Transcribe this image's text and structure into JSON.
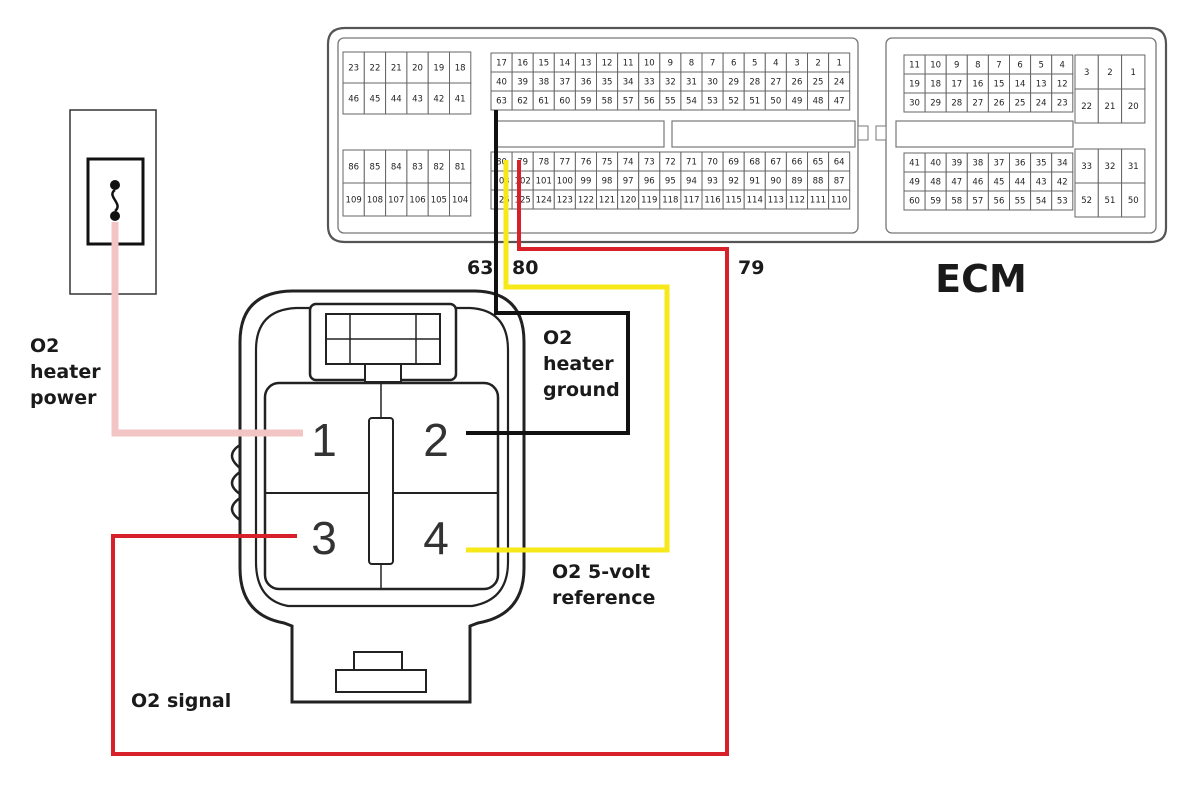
{
  "ecm": {
    "title": "ECM",
    "left_block": {
      "top_rows": [
        [
          "23",
          "22",
          "21",
          "20",
          "19",
          "18"
        ],
        [
          "46",
          "45",
          "44",
          "43",
          "42",
          "41"
        ]
      ],
      "bottom_rows": [
        [
          "86",
          "85",
          "84",
          "83",
          "82",
          "81"
        ],
        [
          "109",
          "108",
          "107",
          "106",
          "105",
          "104"
        ]
      ]
    },
    "mid_block": {
      "top_rows": [
        [
          "17",
          "16",
          "15",
          "14",
          "13",
          "12",
          "11",
          "10",
          "9",
          "8",
          "7",
          "6",
          "5",
          "4",
          "3",
          "2",
          "1"
        ],
        [
          "40",
          "39",
          "38",
          "37",
          "36",
          "35",
          "34",
          "33",
          "32",
          "31",
          "30",
          "29",
          "28",
          "27",
          "26",
          "25",
          "24"
        ],
        [
          "63",
          "62",
          "61",
          "60",
          "59",
          "58",
          "57",
          "56",
          "55",
          "54",
          "53",
          "52",
          "51",
          "50",
          "49",
          "48",
          "47"
        ]
      ],
      "bottom_rows": [
        [
          "80",
          "79",
          "78",
          "77",
          "76",
          "75",
          "74",
          "73",
          "72",
          "71",
          "70",
          "69",
          "68",
          "67",
          "66",
          "65",
          "64"
        ],
        [
          "103",
          "102",
          "101",
          "100",
          "99",
          "98",
          "97",
          "96",
          "95",
          "94",
          "93",
          "92",
          "91",
          "90",
          "89",
          "88",
          "87"
        ],
        [
          "126",
          "125",
          "124",
          "123",
          "122",
          "121",
          "120",
          "119",
          "118",
          "117",
          "116",
          "115",
          "114",
          "113",
          "112",
          "111",
          "110"
        ]
      ]
    },
    "right_main": {
      "top_rows": [
        [
          "11",
          "10",
          "9",
          "8",
          "7",
          "6",
          "5",
          "4"
        ],
        [
          "19",
          "18",
          "17",
          "16",
          "15",
          "14",
          "13",
          "12"
        ],
        [
          "30",
          "29",
          "28",
          "27",
          "26",
          "25",
          "24",
          "23"
        ]
      ],
      "bottom_rows": [
        [
          "41",
          "40",
          "39",
          "38",
          "37",
          "36",
          "35",
          "34"
        ],
        [
          "49",
          "48",
          "47",
          "46",
          "45",
          "44",
          "43",
          "42"
        ],
        [
          "60",
          "59",
          "58",
          "57",
          "56",
          "55",
          "54",
          "53"
        ]
      ]
    },
    "right_side": {
      "top_rows": [
        [
          "3",
          "2",
          "1"
        ],
        [
          "22",
          "21",
          "20"
        ]
      ],
      "bottom_rows": [
        [
          "33",
          "32",
          "31"
        ],
        [
          "52",
          "51",
          "50"
        ]
      ]
    }
  },
  "pin_callouts": {
    "pin63": "63",
    "pin80": "80",
    "pin79": "79"
  },
  "connector": {
    "terminals": [
      "1",
      "2",
      "3",
      "4"
    ]
  },
  "wire_labels": {
    "heater_power": [
      "O2",
      "heater",
      "power"
    ],
    "heater_ground": [
      "O2",
      "heater",
      "ground"
    ],
    "reference": [
      "O2 5-volt",
      "reference"
    ],
    "signal": "O2 signal"
  },
  "colors": {
    "heater_power_wire": "#f2c4c4",
    "heater_ground_wire": "#111111",
    "reference_wire": "#f7e81a",
    "signal_wire": "#d8202a"
  }
}
